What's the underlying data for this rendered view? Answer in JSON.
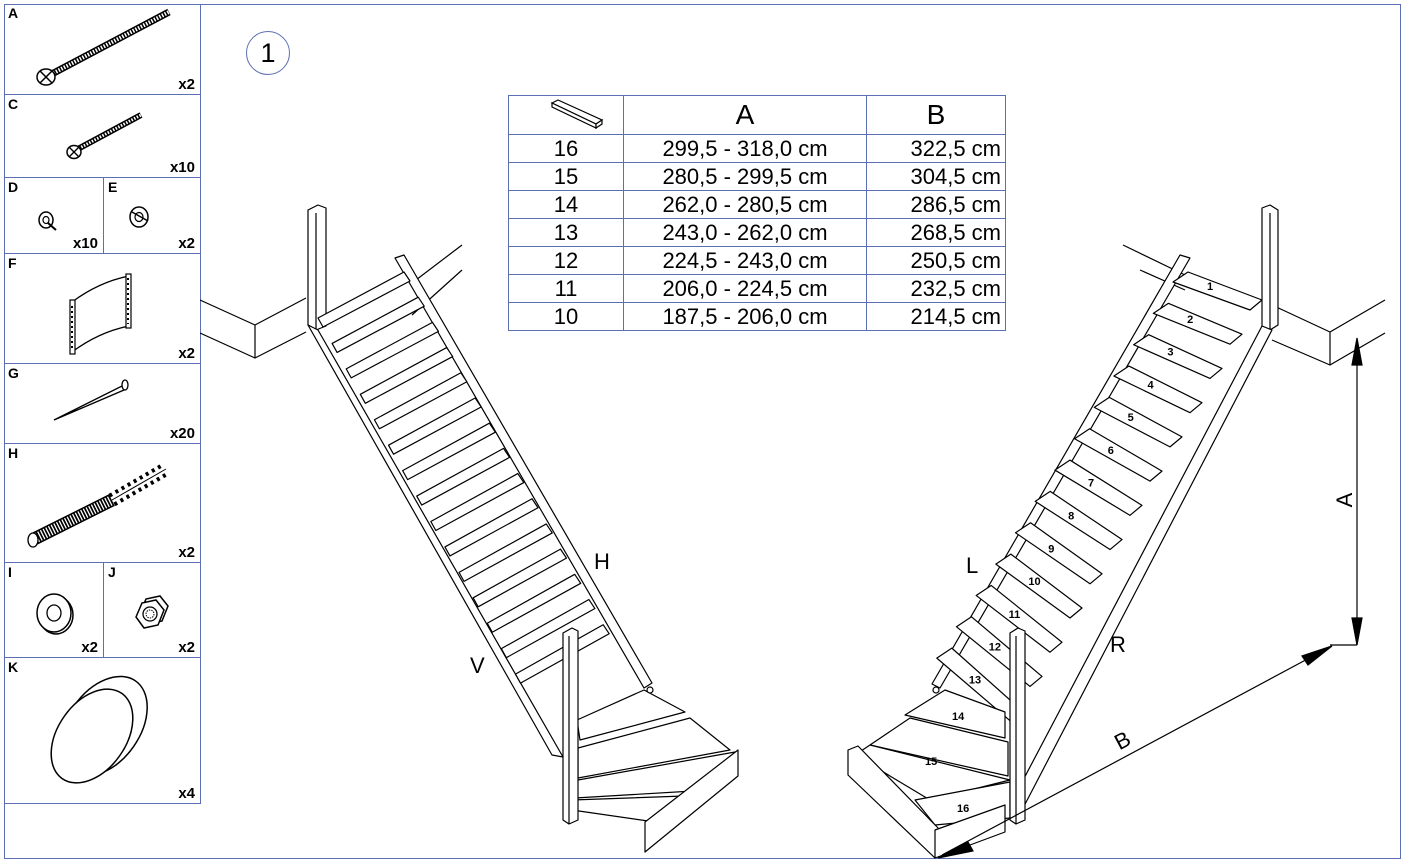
{
  "step_number": "1",
  "parts": [
    {
      "letter": "A",
      "qty": "x2",
      "icon": "long-screw-icon"
    },
    {
      "letter": "C",
      "qty": "x10",
      "icon": "short-screw-icon"
    },
    {
      "letter": "D",
      "qty": "x10",
      "icon": "dowel-cap-icon"
    },
    {
      "letter": "E",
      "qty": "x2",
      "icon": "bracket-cap-icon"
    },
    {
      "letter": "F",
      "qty": "x2",
      "icon": "mounting-bracket-icon"
    },
    {
      "letter": "G",
      "qty": "x20",
      "icon": "nail-icon"
    },
    {
      "letter": "H",
      "qty": "x2",
      "icon": "hanger-bolt-icon"
    },
    {
      "letter": "I",
      "qty": "x2",
      "icon": "washer-icon"
    },
    {
      "letter": "J",
      "qty": "x2",
      "icon": "hex-nut-icon"
    },
    {
      "letter": "K",
      "qty": "x4",
      "icon": "cover-cap-icon"
    }
  ],
  "table": {
    "header_icon": "tread-board-icon",
    "col_a": "A",
    "col_b": "B",
    "rows": [
      {
        "steps": "16",
        "a": "299,5 - 318,0 cm",
        "b": "322,5 cm"
      },
      {
        "steps": "15",
        "a": "280,5 - 299,5 cm",
        "b": "304,5 cm"
      },
      {
        "steps": "14",
        "a": "262,0 - 280,5 cm",
        "b": "286,5 cm"
      },
      {
        "steps": "13",
        "a": "243,0 - 262,0 cm",
        "b": "268,5 cm"
      },
      {
        "steps": "12",
        "a": "224,5 - 243,0 cm",
        "b": "250,5 cm"
      },
      {
        "steps": "11",
        "a": "206,0 - 224,5 cm",
        "b": "232,5 cm"
      },
      {
        "steps": "10",
        "a": "187,5 - 206,0 cm",
        "b": "214,5 cm"
      }
    ]
  },
  "labels": {
    "left_inner_stringer": "H",
    "left_outer_stringer": "V",
    "right_inner_stringer": "L",
    "right_outer_stringer": "R",
    "height_dim": "A",
    "length_dim": "B"
  },
  "step_numbers": [
    "1",
    "2",
    "3",
    "4",
    "5",
    "6",
    "7",
    "8",
    "9",
    "10",
    "11",
    "12",
    "13",
    "14",
    "15",
    "16"
  ]
}
